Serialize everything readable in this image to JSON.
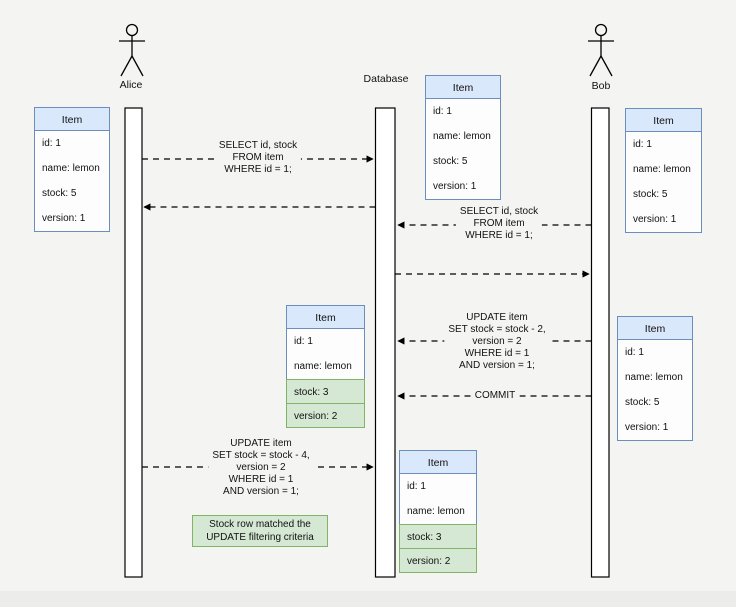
{
  "diagram_title": "optimistic-locking-sequence",
  "actors": {
    "alice": {
      "label": "Alice"
    },
    "database": {
      "label": "Database"
    },
    "bob": {
      "label": "Bob"
    }
  },
  "messages": {
    "alice_select": {
      "lines": [
        "SELECT id, stock",
        "FROM item",
        "WHERE id = 1;"
      ]
    },
    "bob_select": {
      "lines": [
        "SELECT id, stock",
        "FROM item",
        "WHERE id = 1;"
      ]
    },
    "bob_update": {
      "lines": [
        "UPDATE item",
        "SET stock = stock - 2,",
        "version = 2",
        "WHERE id = 1",
        "AND version = 1;"
      ]
    },
    "bob_commit": {
      "lines": [
        "COMMIT"
      ]
    },
    "alice_update": {
      "lines": [
        "UPDATE item",
        "SET stock = stock - 4,",
        "version = 2",
        "WHERE id = 1",
        "AND version = 1;"
      ]
    }
  },
  "note": {
    "lines": [
      "Stock row matched the",
      "UPDATE filtering criteria"
    ]
  },
  "item_boxes": [
    {
      "id": "alice-item-initial",
      "title": "Item",
      "rows": [
        {
          "text": "id: 1",
          "highlight": false
        },
        {
          "text": "name: lemon",
          "highlight": false
        },
        {
          "text": "stock: 5",
          "highlight": false
        },
        {
          "text": "version: 1",
          "highlight": false
        }
      ]
    },
    {
      "id": "database-item-initial",
      "title": "Item",
      "rows": [
        {
          "text": "id: 1",
          "highlight": false
        },
        {
          "text": "name: lemon",
          "highlight": false
        },
        {
          "text": "stock: 5",
          "highlight": false
        },
        {
          "text": "version: 1",
          "highlight": false
        }
      ]
    },
    {
      "id": "bob-item-initial",
      "title": "Item",
      "rows": [
        {
          "text": "id: 1",
          "highlight": false
        },
        {
          "text": "name: lemon",
          "highlight": false
        },
        {
          "text": "stock: 5",
          "highlight": false
        },
        {
          "text": "version: 1",
          "highlight": false
        }
      ]
    },
    {
      "id": "database-item-after-bob-update",
      "title": "Item",
      "rows": [
        {
          "text": "id: 1",
          "highlight": false
        },
        {
          "text": "name: lemon",
          "highlight": false
        },
        {
          "text": "stock: 3",
          "highlight": true
        },
        {
          "text": "version: 2",
          "highlight": true
        }
      ]
    },
    {
      "id": "bob-item-after-commit",
      "title": "Item",
      "rows": [
        {
          "text": "id: 1",
          "highlight": false
        },
        {
          "text": "name: lemon",
          "highlight": false
        },
        {
          "text": "stock: 5",
          "highlight": false
        },
        {
          "text": "version: 1",
          "highlight": false
        }
      ]
    },
    {
      "id": "database-item-after-alice-update",
      "title": "Item",
      "rows": [
        {
          "text": "id: 1",
          "highlight": false
        },
        {
          "text": "name: lemon",
          "highlight": false
        },
        {
          "text": "stock: 3",
          "highlight": true
        },
        {
          "text": "version: 2",
          "highlight": true
        }
      ]
    }
  ],
  "colors": {
    "header_fill": "#dae8fc",
    "header_border": "#6c8ebf",
    "highlight_fill": "#d5e8d4",
    "highlight_border": "#82b366",
    "lifeline_fill": "#ffffff",
    "line": "#000000",
    "background": "#f4f5f3"
  }
}
